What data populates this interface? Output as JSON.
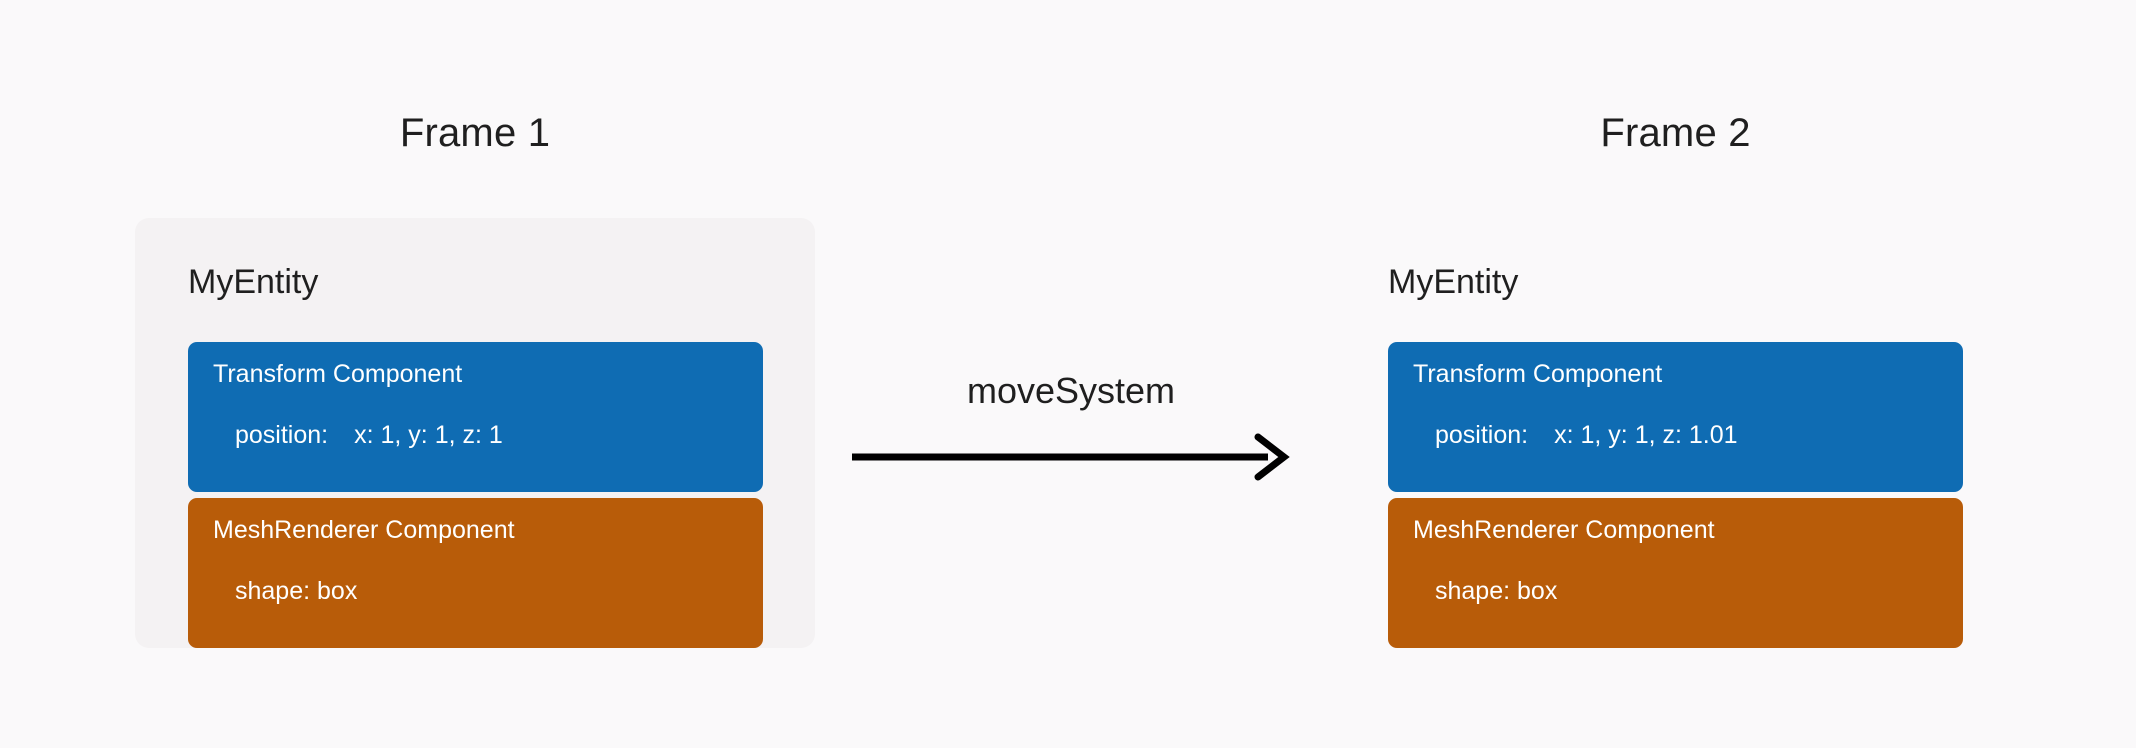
{
  "page": {
    "background_color": "#faf9fa",
    "text_color": "#1f1f1f"
  },
  "colors": {
    "transform_component": "#0f6cb3",
    "mesh_component": "#b85c09",
    "card_background": "#f4f2f3",
    "arrow": "#000000"
  },
  "frames": [
    {
      "title": "Frame 1",
      "has_card_background": true,
      "entity": {
        "name": "MyEntity",
        "components": [
          {
            "title": "Transform Component",
            "type": "transform",
            "field_key": "position:",
            "field_value": "x: 1, y: 1, z: 1"
          },
          {
            "title": "MeshRenderer Component",
            "type": "mesh",
            "field_key": "shape: box",
            "field_value": ""
          }
        ]
      }
    },
    {
      "title": "Frame 2",
      "has_card_background": false,
      "entity": {
        "name": "MyEntity",
        "components": [
          {
            "title": "Transform Component",
            "type": "transform",
            "field_key": "position:",
            "field_value": "x: 1, y: 1, z: 1.01"
          },
          {
            "title": "MeshRenderer Component",
            "type": "mesh",
            "field_key": "shape: box",
            "field_value": ""
          }
        ]
      }
    }
  ],
  "transition": {
    "label": "moveSystem",
    "arrow_icon": "arrow-right-icon",
    "direction": "right"
  }
}
